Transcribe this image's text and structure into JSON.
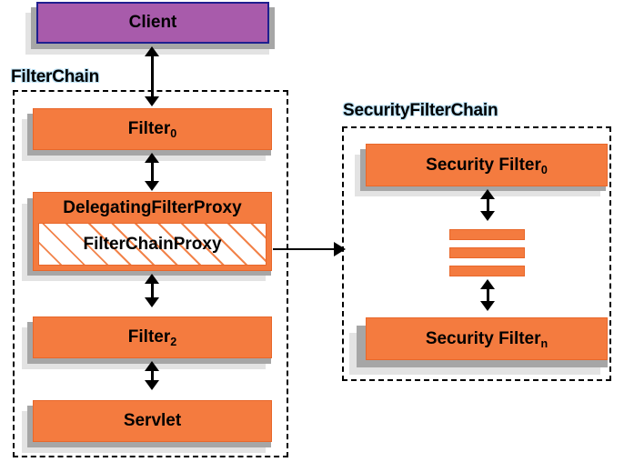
{
  "diagram": {
    "title": "Spring Security FilterChain / SecurityFilterChain delegation diagram",
    "colors": {
      "filter_fill": "#f47b3f",
      "filter_border": "#e8672a",
      "client_fill": "#a85bab",
      "client_border": "#1f1f8f",
      "shadow_near": "#a6a6a6",
      "shadow_far": "#e3e3e3",
      "label_halo": "#bfe4f7",
      "arrow": "#000000",
      "group_border": "#000000",
      "hatch_line": "#f2834a",
      "hatch_bg": "#ffffff"
    },
    "client": {
      "label": "Client"
    },
    "filter_chain": {
      "group_label": "FilterChain",
      "nodes": [
        {
          "label": "Filter",
          "subscript": "0"
        },
        {
          "label": "DelegatingFilterProxy",
          "subscript": ""
        },
        {
          "label": "FilterChainProxy",
          "subscript": ""
        },
        {
          "label": "Filter",
          "subscript": "2"
        },
        {
          "label": "Servlet",
          "subscript": ""
        }
      ]
    },
    "security_filter_chain": {
      "group_label": "SecurityFilterChain",
      "nodes": [
        {
          "label": "Security Filter",
          "subscript": "0"
        },
        {
          "label": "Security Filter",
          "subscript": "n"
        }
      ],
      "ellipsis_bars": 3
    },
    "connectors": [
      {
        "name": "client-to-filter0",
        "kind": "double-arrow-vertical"
      },
      {
        "name": "filter0-to-delegatingfilterproxy",
        "kind": "double-arrow-vertical"
      },
      {
        "name": "delegatingfilterproxy-to-filter2",
        "kind": "double-arrow-vertical"
      },
      {
        "name": "filter2-to-servlet",
        "kind": "double-arrow-vertical"
      },
      {
        "name": "filterchainproxy-to-securityfilterchain",
        "kind": "single-arrow-right"
      },
      {
        "name": "securityfilter0-to-bars",
        "kind": "double-arrow-vertical"
      },
      {
        "name": "bars-to-securityfiltern",
        "kind": "double-arrow-vertical"
      }
    ]
  }
}
